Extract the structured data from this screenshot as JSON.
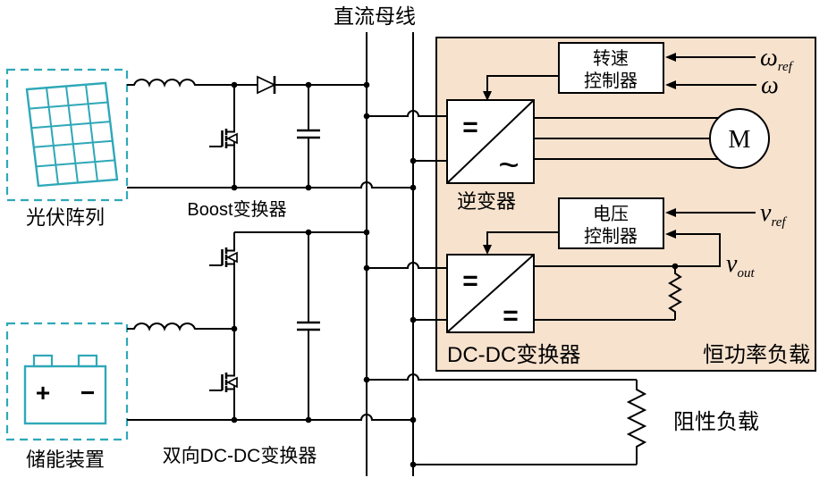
{
  "title": "直流母线",
  "colors": {
    "teal": "#2FA8B8",
    "load_area_bg": "#F7E2CE",
    "line": "#000000"
  },
  "pv": {
    "label": "光伏阵列"
  },
  "battery": {
    "label": "储能装置",
    "plus": "+",
    "minus": "−"
  },
  "converters": {
    "boost": "Boost变换器",
    "bidirectional": "双向DC-DC变换器",
    "inverter": "逆变器",
    "dcdc": "DC-DC变换器"
  },
  "controllers": {
    "speed": {
      "line1": "转速",
      "line2": "控制器"
    },
    "voltage": {
      "line1": "电压",
      "line2": "控制器"
    }
  },
  "signals": {
    "omega_ref_main": "ω",
    "omega_ref_sub": "ref",
    "omega": "ω",
    "v_ref_main": "v",
    "v_ref_sub": "ref",
    "v_out_main": "v",
    "v_out_sub": "out"
  },
  "loads": {
    "cpl": "恒功率负载",
    "resistive": "阻性负载"
  },
  "motor": {
    "label": "M"
  },
  "symbols": {
    "dc": "=",
    "ac": "~"
  }
}
